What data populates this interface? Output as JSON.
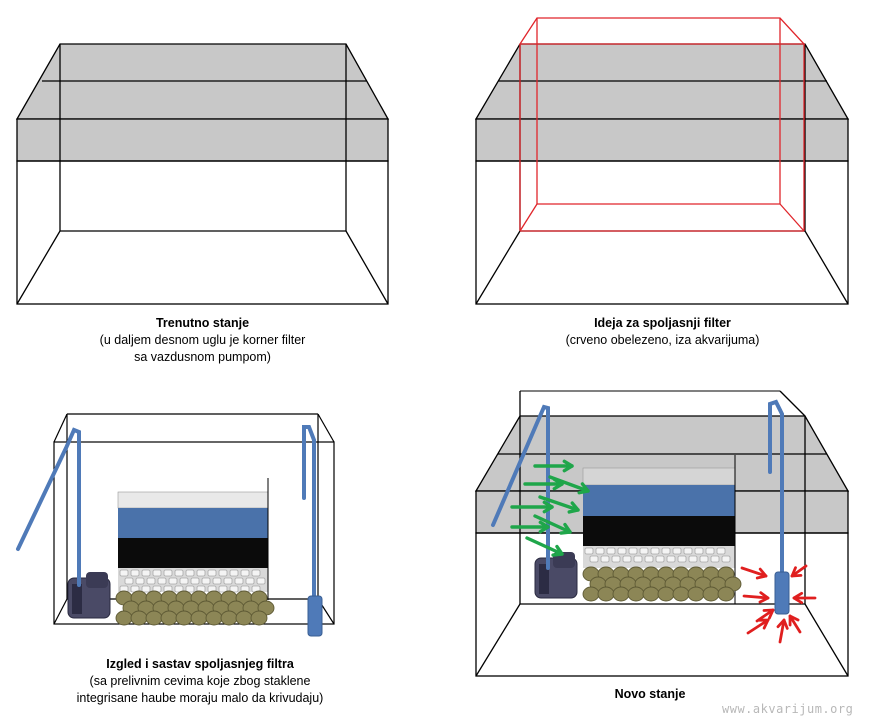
{
  "panels": [
    {
      "id": "current",
      "title": "Trenutno stanje",
      "lines": [
        "(u daljem desnom uglu je korner filter",
        "sa vazdusnom pumpom)"
      ]
    },
    {
      "id": "idea",
      "title": "Ideja za spoljasnji filter",
      "lines": [
        "(crveno obelezeno, iza akvarijuma)"
      ]
    },
    {
      "id": "filter",
      "title": "Izgled i sastav spoljasnjeg filtra",
      "lines": [
        "(sa prelivnim cevima koje zbog staklene",
        "integrisane haube moraju malo da krivudaju)"
      ]
    },
    {
      "id": "new",
      "title": "Novo stanje",
      "lines": []
    }
  ],
  "watermark": "www.akvarijum.org",
  "colors": {
    "outline": "#000000",
    "hood": "#c8c8c8",
    "highlight": "#e0252b",
    "pipe": "#4f7ab8",
    "media_blue": "#4a72aa",
    "media_black": "#0b0b0b",
    "media_white": "#e9e9e9",
    "ceramic": "#d9d9d9",
    "gravel": "#8c8656",
    "pump": "#4a4a66",
    "flow_in": "#1fa64a",
    "flow_out": "#e01f1f"
  }
}
